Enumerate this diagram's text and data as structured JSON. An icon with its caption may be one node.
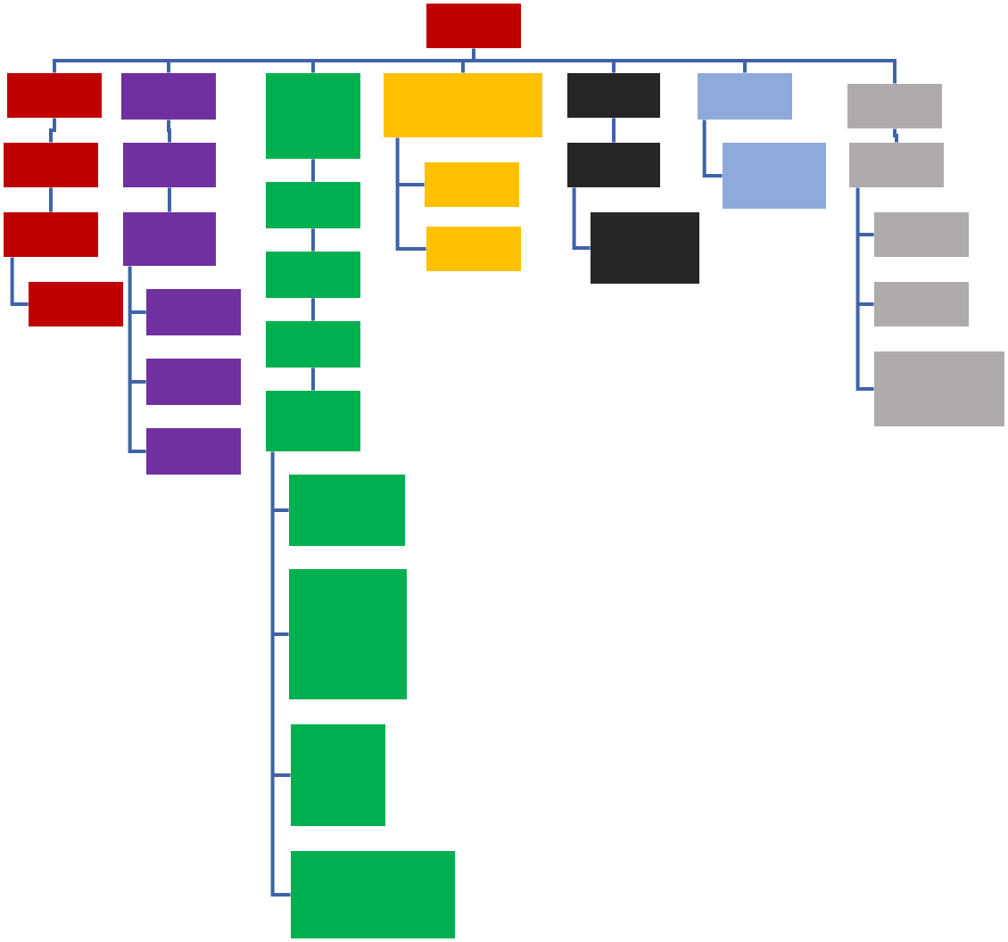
{
  "diagram": {
    "nodes": [
      {
        "text": [],
        "shape": "box"
      },
      {
        "text": [],
        "shape": "box"
      },
      {
        "text": [],
        "shape": "box"
      },
      {
        "text": [],
        "shape": "box"
      },
      {
        "text": [],
        "shape": "box"
      },
      {
        "text": [],
        "shape": "box"
      },
      {
        "text": [],
        "shape": "box"
      },
      {
        "text": [],
        "shape": "box"
      },
      {
        "text": [],
        "shape": "box"
      },
      {
        "text": [],
        "shape": "box"
      },
      {
        "text": [],
        "shape": "box"
      },
      {
        "text": [],
        "shape": "box"
      },
      {
        "text": [],
        "shape": "box"
      },
      {
        "text": [],
        "shape": "box"
      },
      {
        "text": [],
        "shape": "box"
      },
      {
        "text": [],
        "shape": "box"
      },
      {
        "text": [],
        "shape": "box"
      },
      {
        "text": [],
        "shape": "box"
      },
      {
        "text": [],
        "shape": "box"
      },
      {
        "text": [],
        "shape": "box"
      },
      {
        "text": [],
        "shape": "box"
      },
      {
        "text": [],
        "shape": "box"
      },
      {
        "text": [],
        "shape": "box"
      },
      {
        "text": [],
        "shape": "box"
      },
      {
        "text": [],
        "shape": "box"
      },
      {
        "text": [],
        "shape": "box"
      },
      {
        "text": [],
        "shape": "box"
      },
      {
        "text": [],
        "shape": "box"
      },
      {
        "text": [],
        "shape": "box"
      },
      {
        "text": [],
        "shape": "box"
      },
      {
        "text": [],
        "shape": "box"
      },
      {
        "text": [],
        "shape": "box"
      },
      {
        "text": [],
        "shape": "box"
      }
    ],
    "edges": [
      {
        "from": 0,
        "to": 1,
        "arrow": "none"
      },
      {
        "from": 0,
        "to": 5,
        "arrow": "none"
      },
      {
        "from": 0,
        "to": 11,
        "arrow": "none"
      },
      {
        "from": 0,
        "to": 20,
        "arrow": "none"
      },
      {
        "from": 0,
        "to": 23,
        "arrow": "none"
      },
      {
        "from": 0,
        "to": 26,
        "arrow": "none"
      },
      {
        "from": 0,
        "to": 28,
        "arrow": "none"
      },
      {
        "from": 1,
        "to": 2,
        "arrow": "none"
      },
      {
        "from": 2,
        "to": 3,
        "arrow": "none"
      },
      {
        "from": 3,
        "to": 4,
        "arrow": "none"
      },
      {
        "from": 5,
        "to": 6,
        "arrow": "none"
      },
      {
        "from": 6,
        "to": 7,
        "arrow": "none"
      },
      {
        "from": 7,
        "to": 8,
        "arrow": "none"
      },
      {
        "from": 7,
        "to": 9,
        "arrow": "none"
      },
      {
        "from": 7,
        "to": 10,
        "arrow": "none"
      },
      {
        "from": 11,
        "to": 12,
        "arrow": "none"
      },
      {
        "from": 12,
        "to": 13,
        "arrow": "none"
      },
      {
        "from": 13,
        "to": 14,
        "arrow": "none"
      },
      {
        "from": 14,
        "to": 15,
        "arrow": "none"
      },
      {
        "from": 15,
        "to": 16,
        "arrow": "none"
      },
      {
        "from": 15,
        "to": 17,
        "arrow": "none"
      },
      {
        "from": 15,
        "to": 18,
        "arrow": "none"
      },
      {
        "from": 15,
        "to": 19,
        "arrow": "none"
      },
      {
        "from": 20,
        "to": 21,
        "arrow": "none"
      },
      {
        "from": 20,
        "to": 22,
        "arrow": "none"
      },
      {
        "from": 23,
        "to": 24,
        "arrow": "none"
      },
      {
        "from": 24,
        "to": 25,
        "arrow": "none"
      },
      {
        "from": 26,
        "to": 27,
        "arrow": "none"
      },
      {
        "from": 28,
        "to": 29,
        "arrow": "none"
      },
      {
        "from": 29,
        "to": 30,
        "arrow": "none"
      },
      {
        "from": 29,
        "to": 31,
        "arrow": "none"
      },
      {
        "from": 29,
        "to": 32,
        "arrow": "none"
      }
    ]
  }
}
